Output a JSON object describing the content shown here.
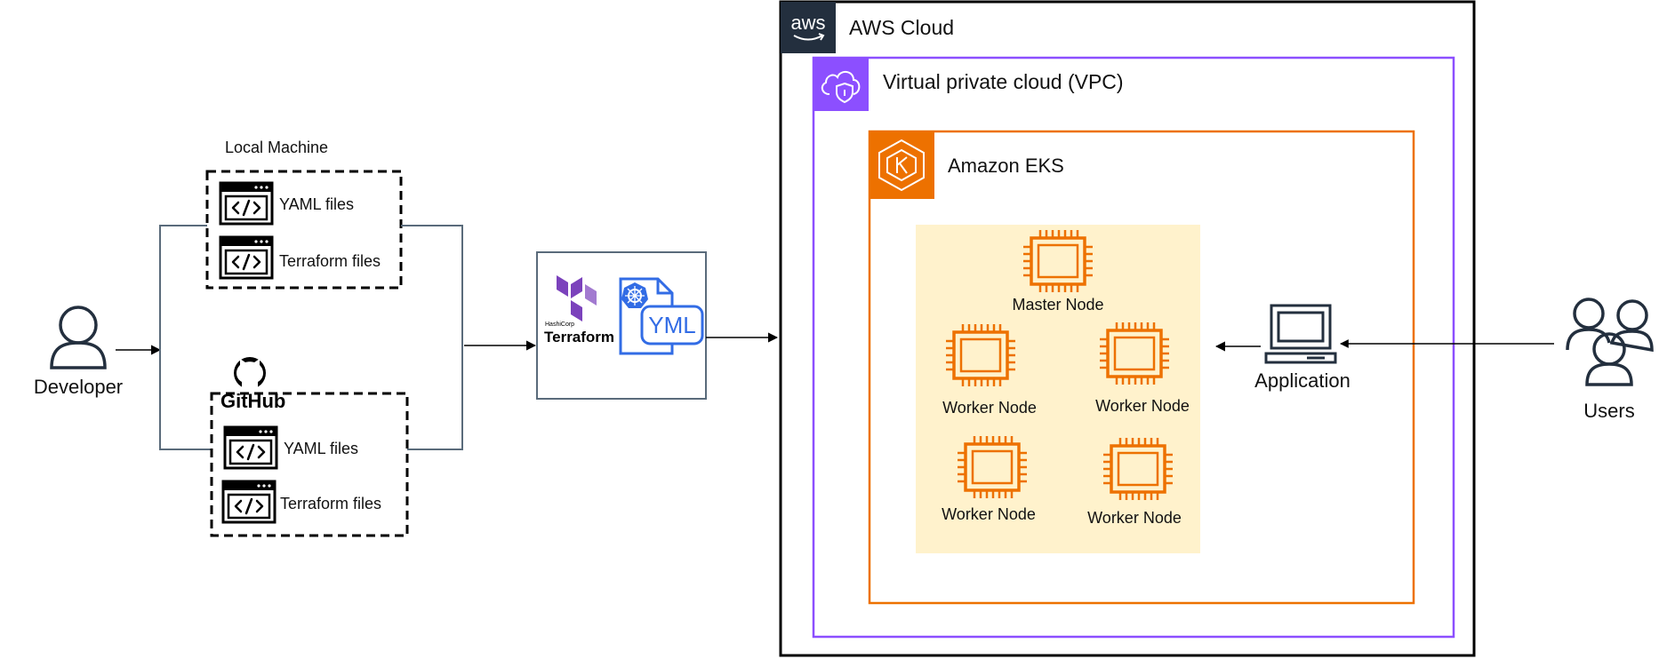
{
  "local_machine": {
    "label": "Local Machine",
    "files": [
      "YAML files",
      "Terraform files"
    ]
  },
  "github": {
    "logo_text": "GitHub",
    "files": [
      "YAML files",
      "Terraform files"
    ]
  },
  "developer": {
    "label": "Developer",
    "icon": "person-icon"
  },
  "tools": {
    "terraform_brand": "HashiCorp",
    "terraform_label": "Terraform",
    "yml_label": "YML"
  },
  "aws_cloud": {
    "logo_text": "aws",
    "label": "AWS Cloud"
  },
  "vpc": {
    "label": "Virtual private cloud (VPC)"
  },
  "eks": {
    "label": "Amazon EKS",
    "nodes": {
      "master": "Master Node",
      "worker_1": "Worker Node",
      "worker_2": "Worker Node",
      "worker_3": "Worker Node",
      "worker_4": "Worker Node"
    }
  },
  "application": {
    "label": "Application",
    "icon": "laptop-icon"
  },
  "users": {
    "label": "Users",
    "icon": "users-icon"
  },
  "colors": {
    "vpc": "#8c4fff",
    "eks": "#ed7100",
    "chip": "#ed7100",
    "node_area": "#fff2cc",
    "aws_header": "#232f3e",
    "terraform": "#7b42bc",
    "kubernetes": "#326ce5",
    "connector": "#5a6b7b"
  }
}
